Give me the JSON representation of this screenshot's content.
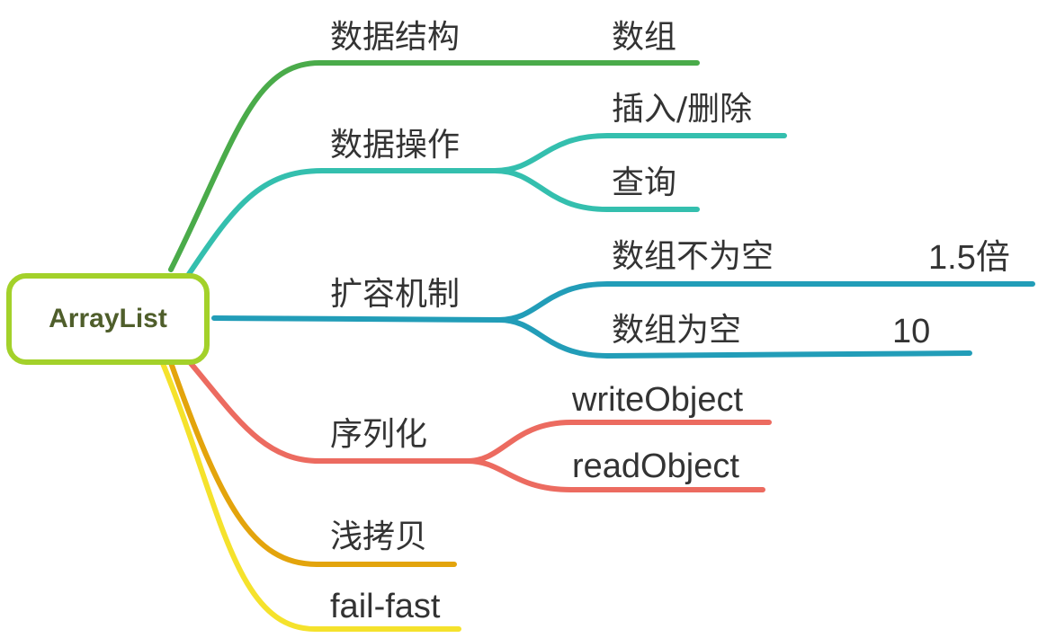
{
  "root": {
    "label": "ArrayList"
  },
  "branches": [
    {
      "label": "数据结构",
      "color": "#4aab4a",
      "children": [
        {
          "label": "数组",
          "color": "#4aab4a"
        }
      ]
    },
    {
      "label": "数据操作",
      "color": "#34bfae",
      "children": [
        {
          "label": "插入/删除",
          "color": "#34bfae"
        },
        {
          "label": "查询",
          "color": "#34bfae"
        }
      ]
    },
    {
      "label": "扩容机制",
      "color": "#229db8",
      "children": [
        {
          "label": "数组不为空",
          "color": "#229db8",
          "value": "1.5倍"
        },
        {
          "label": "数组为空",
          "color": "#229db8",
          "value": "10"
        }
      ]
    },
    {
      "label": "序列化",
      "color": "#ec6b60",
      "children": [
        {
          "label": "writeObject",
          "color": "#ec6b60"
        },
        {
          "label": "readObject",
          "color": "#ec6b60"
        }
      ]
    },
    {
      "label": "浅拷贝",
      "color": "#e3a40c",
      "children": []
    },
    {
      "label": "fail-fast",
      "color": "#f5e22c",
      "children": []
    }
  ]
}
